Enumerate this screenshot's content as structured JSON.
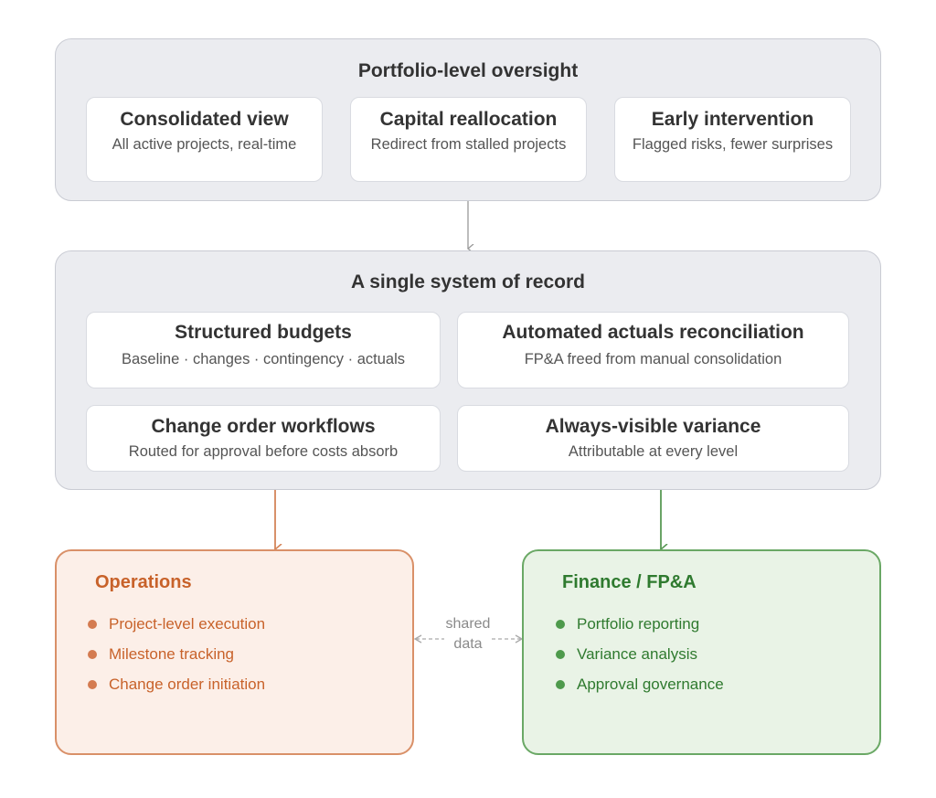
{
  "portfolio": {
    "title": "Portfolio-level oversight",
    "cards": [
      {
        "title": "Consolidated view",
        "subtitle": "All active projects, real-time"
      },
      {
        "title": "Capital reallocation",
        "subtitle": "Redirect from stalled projects"
      },
      {
        "title": "Early intervention",
        "subtitle": "Flagged risks, fewer surprises"
      }
    ]
  },
  "system": {
    "title": "A single system of record",
    "cards": [
      {
        "title": "Structured budgets",
        "subtitle": "Baseline · changes · contingency · actuals"
      },
      {
        "title": "Automated actuals reconciliation",
        "subtitle": "FP&A freed from manual consolidation"
      },
      {
        "title": "Change order workflows",
        "subtitle": "Routed for approval before costs absorb"
      },
      {
        "title": "Always-visible variance",
        "subtitle": "Attributable at every level"
      }
    ]
  },
  "operations": {
    "title": "Operations",
    "items": [
      "Project-level execution",
      "Milestone tracking",
      "Change order initiation"
    ]
  },
  "finance": {
    "title": "Finance / FP&A",
    "items": [
      "Portfolio reporting",
      "Variance analysis",
      "Approval governance"
    ]
  },
  "shared_link": {
    "line1": "shared",
    "line2": "data"
  },
  "colors": {
    "group_fill": "#ebecf0",
    "group_border": "#c9cbd3",
    "operations_accent": "#c8622a",
    "operations_fill": "#fcefe8",
    "operations_border": "#d99068",
    "operations_dot": "#d47b50",
    "finance_accent": "#2f7a2f",
    "finance_fill": "#e9f3e6",
    "finance_border": "#6aa865",
    "finance_dot": "#4e9a4c",
    "connector_gray": "#999999",
    "connector_orange": "#d4855a",
    "connector_green": "#5a9a56"
  }
}
